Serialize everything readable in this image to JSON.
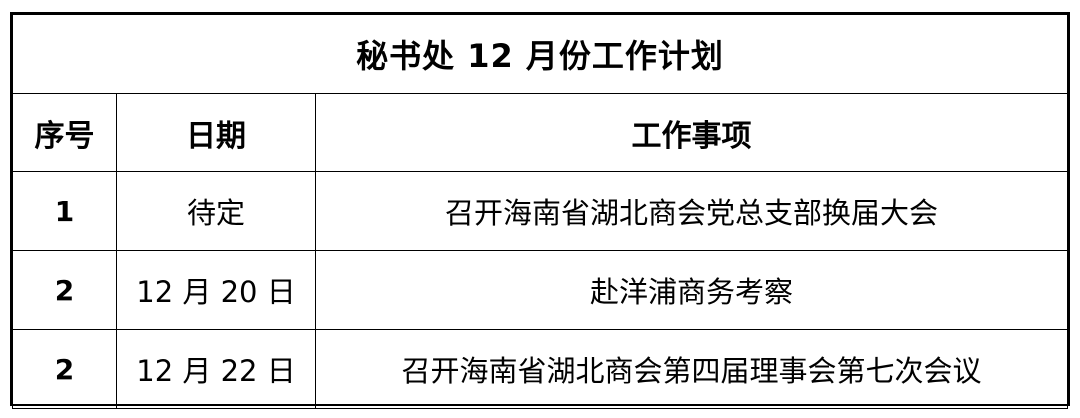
{
  "table": {
    "title": "秘书处 12 月份工作计划",
    "headers": {
      "index": "序号",
      "date": "日期",
      "task": "工作事项"
    },
    "rows": [
      {
        "index": "1",
        "date": "待定",
        "task": "召开海南省湖北商会党总支部换届大会"
      },
      {
        "index": "2",
        "date": "12 月 20 日",
        "task": "赴洋浦商务考察"
      },
      {
        "index": "2",
        "date": "12 月 22 日",
        "task": "召开海南省湖北商会第四届理事会第七次会议"
      }
    ]
  }
}
